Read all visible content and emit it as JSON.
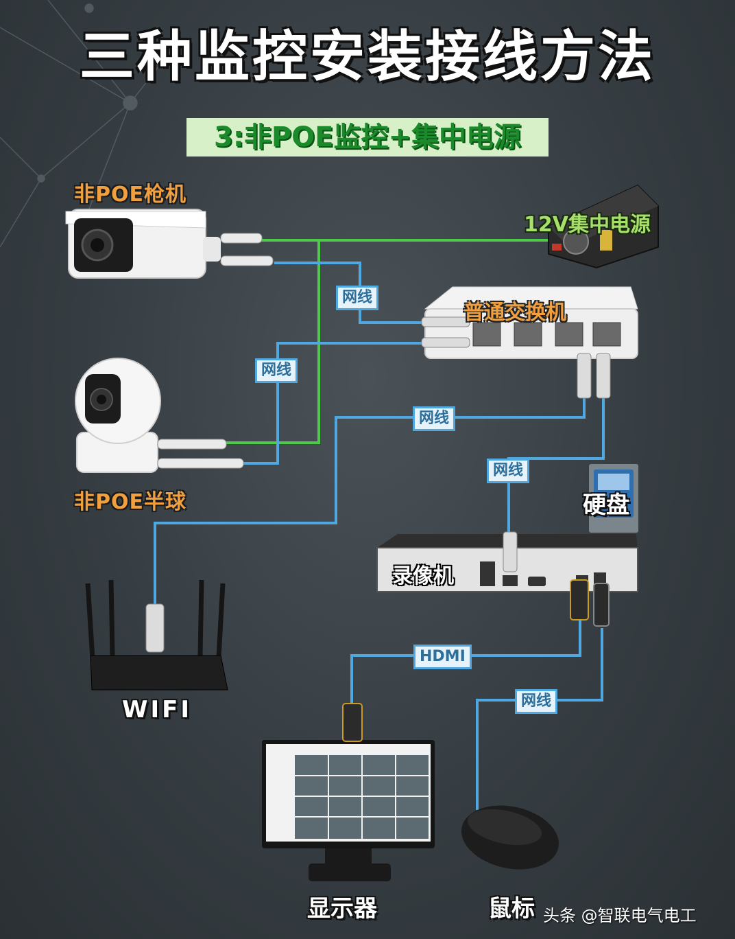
{
  "title": "三种监控安装接线方法",
  "subtitle": "3:非POE监控+集中电源",
  "devices": {
    "bullet_camera": "非POE枪机",
    "power_supply": "12V集中电源",
    "switch": "普通交换机",
    "dome_camera": "非POE半球",
    "hard_disk": "硬盘",
    "nvr": "录像机",
    "router": "WIFI",
    "monitor": "显示器",
    "mouse": "鼠标"
  },
  "cables": {
    "cam1_switch": "网线",
    "cam2_switch": "网线",
    "switch_router": "网线",
    "switch_nvr": "网线",
    "nvr_monitor": "HDMI",
    "nvr_mouse": "网线"
  },
  "watermark": "头条 @智联电气电工",
  "colors": {
    "power_cable": "#4fc94a",
    "network_cable": "#4fa8e0",
    "label_orange": "#f0a040",
    "label_green": "#a6e06a"
  }
}
